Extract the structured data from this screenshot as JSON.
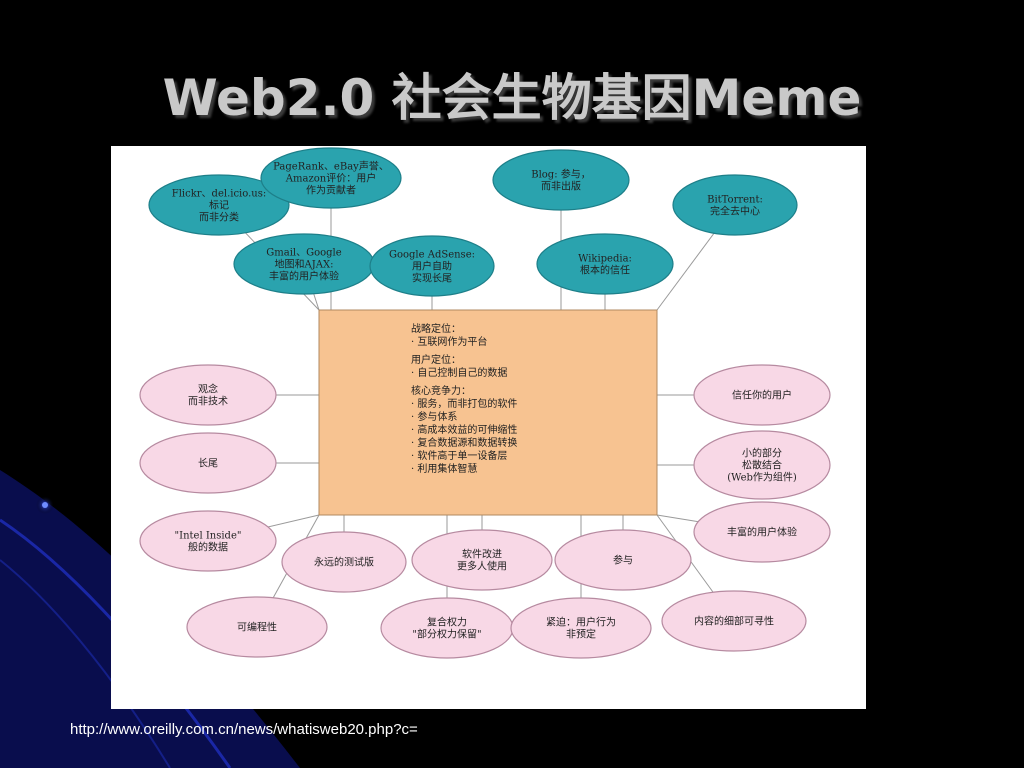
{
  "title": "Web2.0 社会生物基因Meme",
  "source_url": "http://www.oreilly.com.cn/news/whatisweb20.php?c=",
  "colors": {
    "background": "#000000",
    "top_node_fill": "#2aa3ae",
    "bottom_node_fill": "#f8d8e6",
    "center_fill": "#f7c391"
  },
  "center": {
    "lines": [
      "战略定位：",
      "· 互联网作为平台",
      "用户定位：",
      "· 自己控制自己的数据",
      "核心竞争力：",
      "· 服务，而非打包的软件",
      "· 参与体系",
      "· 高成本效益的可伸缩性",
      "· 复合数据源和数据转换",
      "· 软件高于单一设备层",
      "· 利用集体智慧"
    ]
  },
  "top_nodes": [
    {
      "lines": [
        "Flickr、del.icio.us:",
        "标记",
        "而非分类"
      ]
    },
    {
      "lines": [
        "PageRank、eBay声誉、",
        "Amazon评价：用户",
        "作为贡献者"
      ]
    },
    {
      "lines": [
        "Blog: 参与，",
        "而非出版"
      ]
    },
    {
      "lines": [
        "BitTorrent:",
        "完全去中心"
      ]
    },
    {
      "lines": [
        "Gmail、Google",
        "地图和AJAX:",
        "丰富的用户体验"
      ]
    },
    {
      "lines": [
        "Google AdSense:",
        "用户自助",
        "实现长尾"
      ]
    },
    {
      "lines": [
        "Wikipedia:",
        "根本的信任"
      ]
    }
  ],
  "bottom_nodes": [
    {
      "lines": [
        "观念",
        "而非技术"
      ]
    },
    {
      "lines": [
        "长尾"
      ]
    },
    {
      "lines": [
        "\"Intel Inside\"",
        "般的数据"
      ]
    },
    {
      "lines": [
        "永远的测试版"
      ]
    },
    {
      "lines": [
        "软件改进",
        "更多人使用"
      ]
    },
    {
      "lines": [
        "参与"
      ]
    },
    {
      "lines": [
        "可编程性"
      ]
    },
    {
      "lines": [
        "复合权力",
        "\"部分权力保留\""
      ]
    },
    {
      "lines": [
        "紧迫：用户行为",
        "非预定"
      ]
    },
    {
      "lines": [
        "内容的细部可寻性"
      ]
    },
    {
      "lines": [
        "信任你的用户"
      ]
    },
    {
      "lines": [
        "小的部分",
        "松散结合",
        "(Web作为组件)"
      ]
    },
    {
      "lines": [
        "丰富的用户体验"
      ]
    }
  ]
}
